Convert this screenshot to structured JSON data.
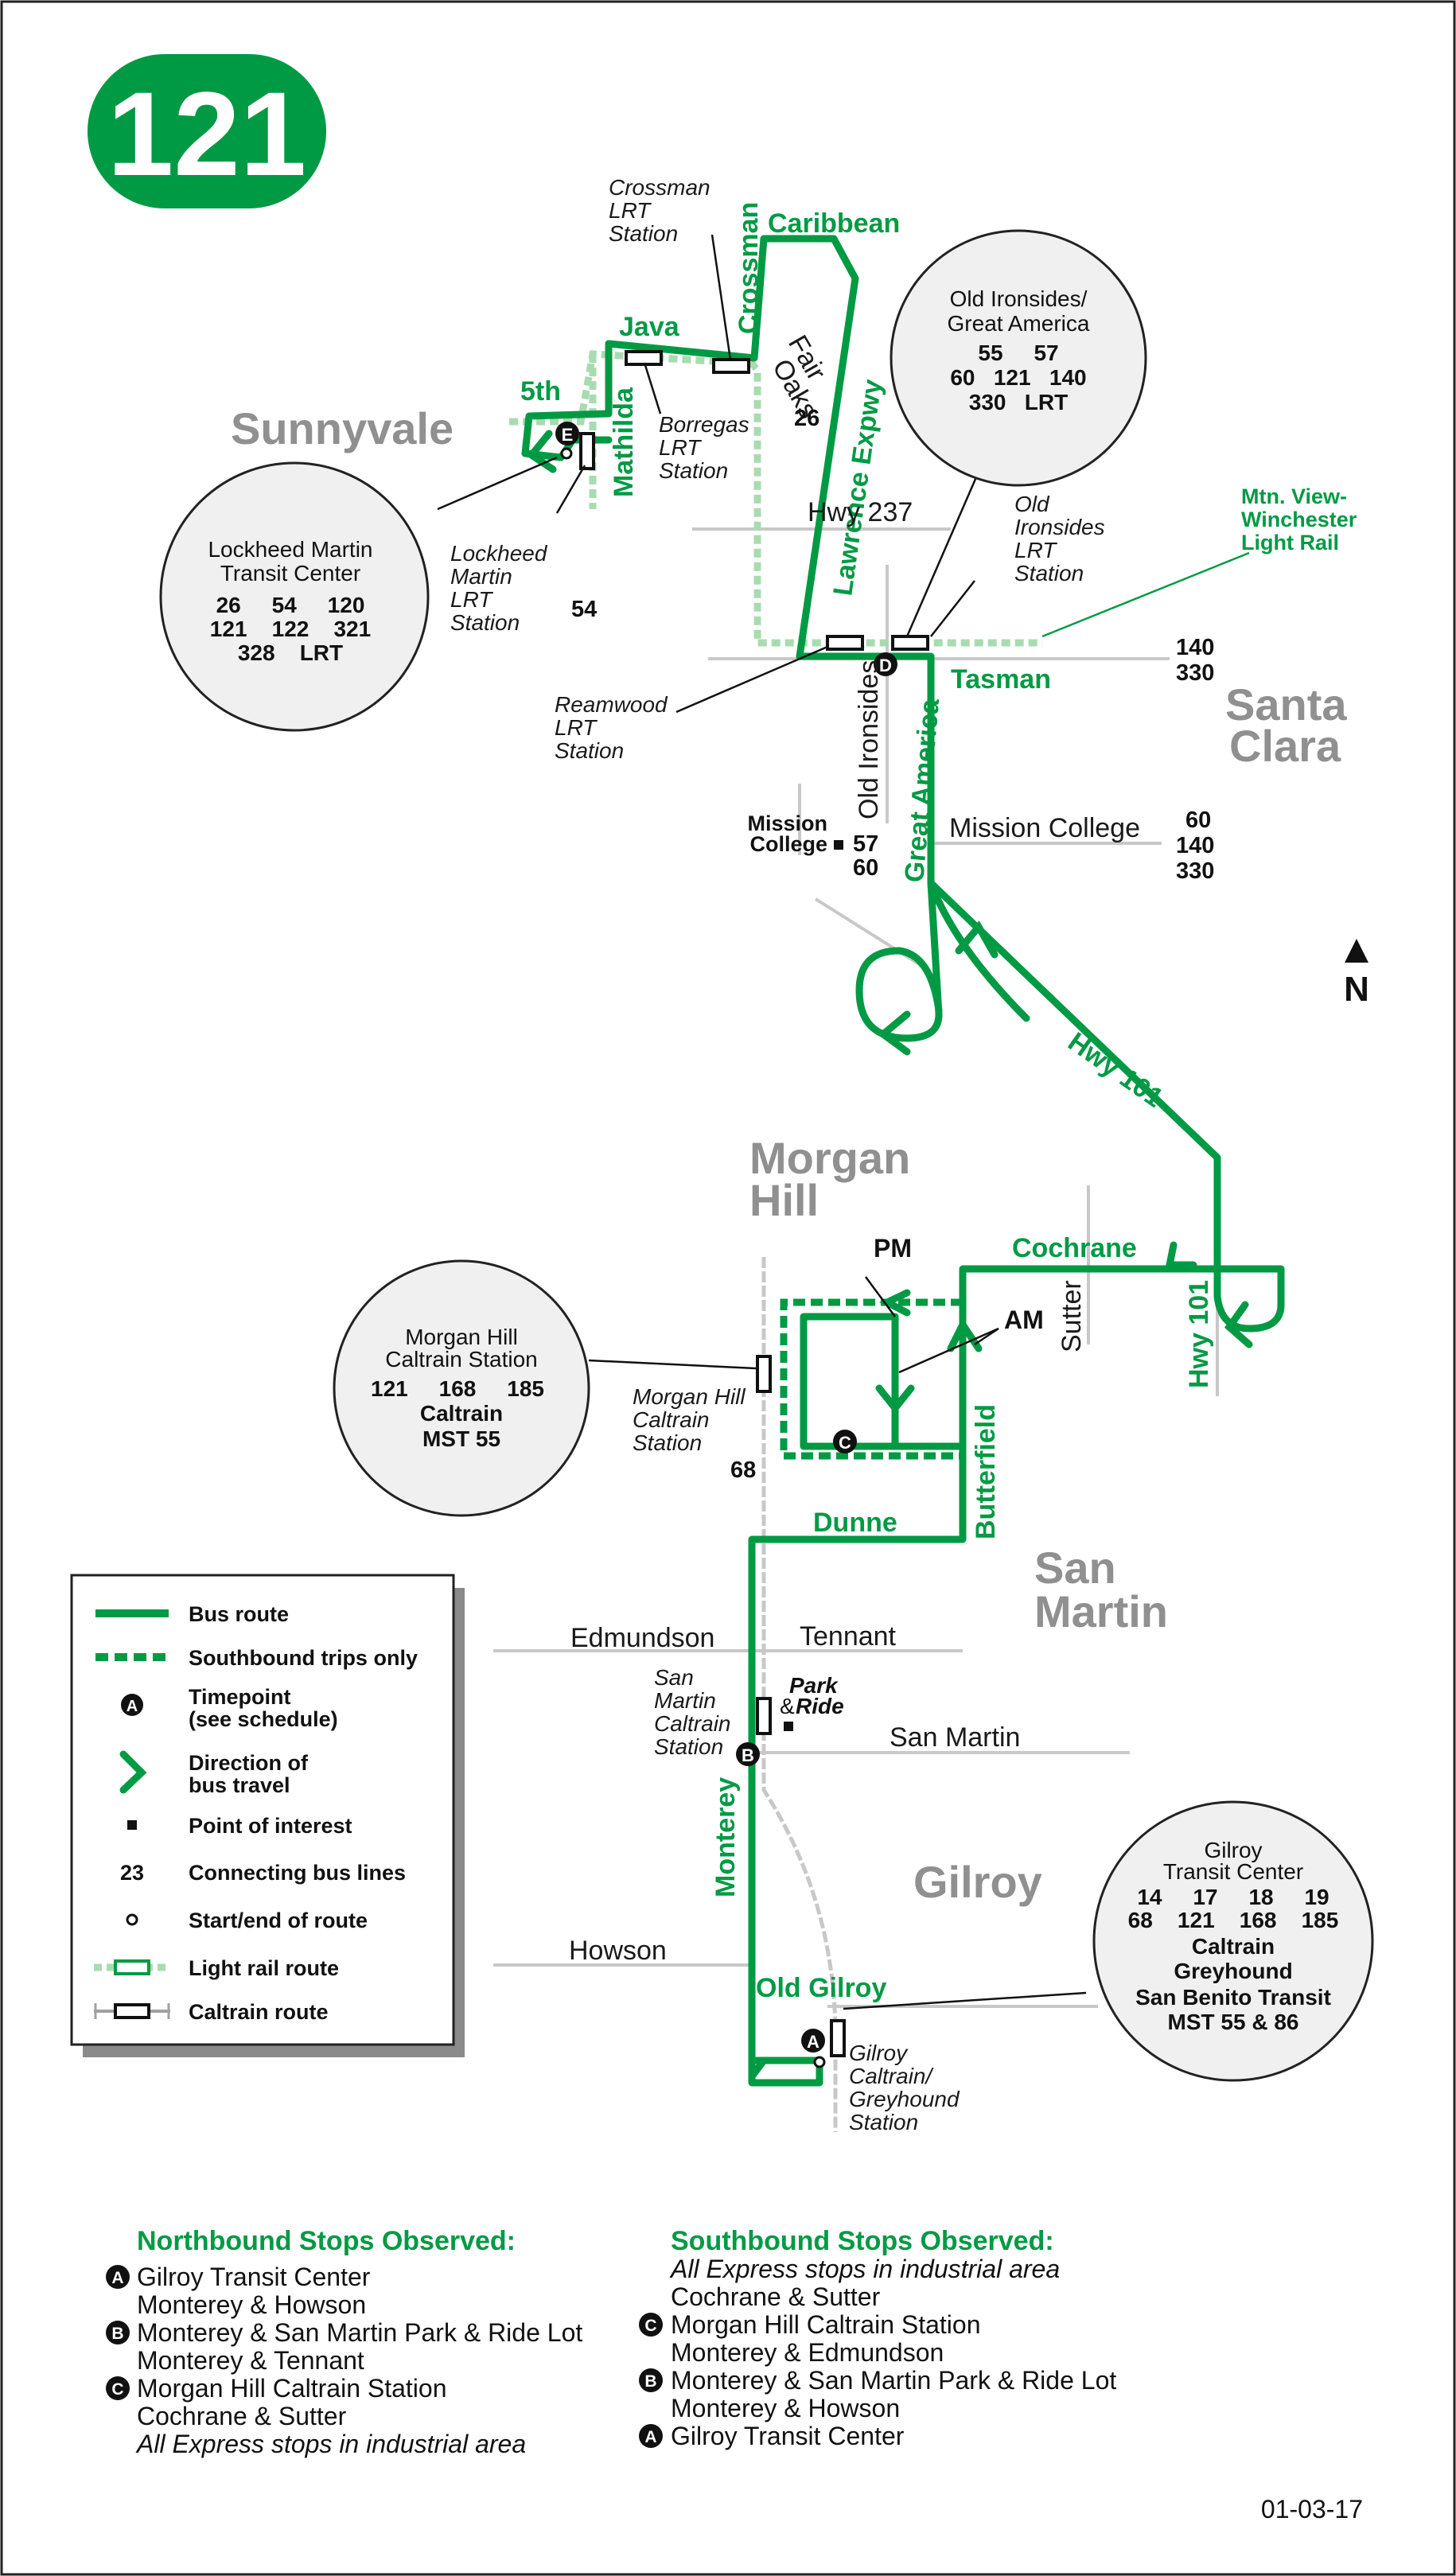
{
  "route_number": "121",
  "colors": {
    "route": "#009a44",
    "light_rail": "#a8dcb0",
    "street": "#c8c8c8",
    "city_label": "#909090",
    "bubble_fill": "#f0f0f0"
  },
  "cities": {
    "sunnyvale": "Sunnyvale",
    "santa_clara_1": "Santa",
    "santa_clara_2": "Clara",
    "morgan_hill_1": "Morgan",
    "morgan_hill_2": "Hill",
    "san_martin_1": "San",
    "san_martin_2": "Martin",
    "gilroy": "Gilroy"
  },
  "streets": {
    "caribbean": "Caribbean",
    "crossman": "Crossman",
    "java": "Java",
    "fifth": "5th",
    "mathilda": "Mathilda",
    "lawrence": "Lawrence Expwy",
    "hwy237": "Hwy 237",
    "tasman": "Tasman",
    "old_ironsides": "Old Ironsides",
    "great_america": "Great America",
    "mission_college_st": "Mission College",
    "hwy101": "Hwy 101",
    "hwy101_b": "Hwy 101",
    "cochrane": "Cochrane",
    "sutter": "Sutter",
    "butterfield": "Butterfield",
    "dunne": "Dunne",
    "edmundson": "Edmundson",
    "tennant": "Tennant",
    "san_martin_st": "San Martin",
    "monterey": "Monterey",
    "howson": "Howson",
    "old_gilroy": "Old Gilroy",
    "fair": "Fair",
    "oaks": "Oaks",
    "pm": "PM",
    "am": "AM",
    "north": "N"
  },
  "stations": {
    "crossman": [
      "Crossman",
      "LRT",
      "Station"
    ],
    "borregas": [
      "Borregas",
      "LRT",
      "Station"
    ],
    "lockheed": [
      "Lockheed",
      "Martin",
      "LRT",
      "Station"
    ],
    "reamwood": [
      "Reamwood",
      "LRT",
      "Station"
    ],
    "old_ironsides": [
      "Old",
      "Ironsides",
      "LRT",
      "Station"
    ],
    "morgan_hill": [
      "Morgan Hill",
      "Caltrain",
      "Station"
    ],
    "san_martin": [
      "San",
      "Martin",
      "Caltrain",
      "Station"
    ],
    "gilroy": [
      "Gilroy",
      "Caltrain/",
      "Greyhound",
      "Station"
    ],
    "mtn_view": [
      "Mtn. View-",
      "Winchester",
      "Light Rail"
    ],
    "mission_college_poi": [
      "Mission",
      "College"
    ],
    "park_ride": [
      "Park",
      "&",
      "Ride"
    ]
  },
  "connecting_labels": {
    "fair_oaks": "26",
    "mathilda": "54",
    "tasman_1": "140",
    "tasman_2": "330",
    "mission_left_1": "57",
    "mission_left_2": "60",
    "mission_right_1": "60",
    "mission_right_2": "140",
    "mission_right_3": "330",
    "monterey": "68"
  },
  "bubbles": {
    "old_ironsides": {
      "lines": [
        "Old Ironsides/",
        "Great America"
      ],
      "rows": [
        "55     57",
        "60   121   140",
        "330   LRT"
      ]
    },
    "lockheed": {
      "lines": [
        "Lockheed Martin",
        "Transit Center"
      ],
      "rows": [
        "26     54     120",
        "121    122    321",
        "328    LRT"
      ]
    },
    "morgan_hill": {
      "lines": [
        "Morgan Hill",
        "Caltrain Station"
      ],
      "rows": [
        "121     168     185"
      ],
      "bold": [
        "Caltrain",
        "MST 55"
      ]
    },
    "gilroy": {
      "lines": [
        "Gilroy",
        "Transit Center"
      ],
      "rows": [
        "14     17     18     19",
        "68    121    168    185"
      ],
      "bold": [
        "Caltrain",
        "Greyhound",
        "San Benito Transit",
        "MST 55 & 86"
      ]
    }
  },
  "timepoints": {
    "a": "A",
    "b": "B",
    "c": "C",
    "d": "D",
    "e": "E"
  },
  "legend": [
    {
      "id": "bus",
      "label": "Bus route"
    },
    {
      "id": "sb",
      "label": "Southbound trips only"
    },
    {
      "id": "tp",
      "label": "Timepoint",
      "sub": "(see schedule)",
      "symbol": "A"
    },
    {
      "id": "dir",
      "label": "Direction of",
      "sub": "bus travel"
    },
    {
      "id": "poi",
      "label": "Point of interest"
    },
    {
      "id": "conn",
      "label": "Connecting bus lines",
      "symbol": "23"
    },
    {
      "id": "start",
      "label": "Start/end of route"
    },
    {
      "id": "lr",
      "label": "Light rail route"
    },
    {
      "id": "ct",
      "label": "Caltrain route"
    }
  ],
  "northbound": {
    "title": "Northbound Stops Observed:",
    "stops": [
      {
        "tp": "A",
        "text": "Gilroy Transit Center"
      },
      {
        "tp": "",
        "text": "Monterey & Howson"
      },
      {
        "tp": "B",
        "text": "Monterey & San Martin Park & Ride Lot"
      },
      {
        "tp": "",
        "text": "Monterey & Tennant"
      },
      {
        "tp": "C",
        "text": "Morgan Hill Caltrain Station"
      },
      {
        "tp": "",
        "text": "Cochrane & Sutter"
      },
      {
        "tp": "",
        "text": "All Express stops in industrial area",
        "italic": true
      }
    ]
  },
  "southbound": {
    "title": "Southbound Stops Observed:",
    "stops": [
      {
        "tp": "",
        "text": "All Express stops in industrial area",
        "italic": true
      },
      {
        "tp": "",
        "text": "Cochrane & Sutter"
      },
      {
        "tp": "C",
        "text": "Morgan Hill Caltrain Station"
      },
      {
        "tp": "",
        "text": "Monterey & Edmundson"
      },
      {
        "tp": "B",
        "text": "Monterey & San Martin Park & Ride Lot"
      },
      {
        "tp": "",
        "text": "Monterey & Howson"
      },
      {
        "tp": "A",
        "text": "Gilroy Transit Center"
      }
    ]
  },
  "date": "01-03-17"
}
